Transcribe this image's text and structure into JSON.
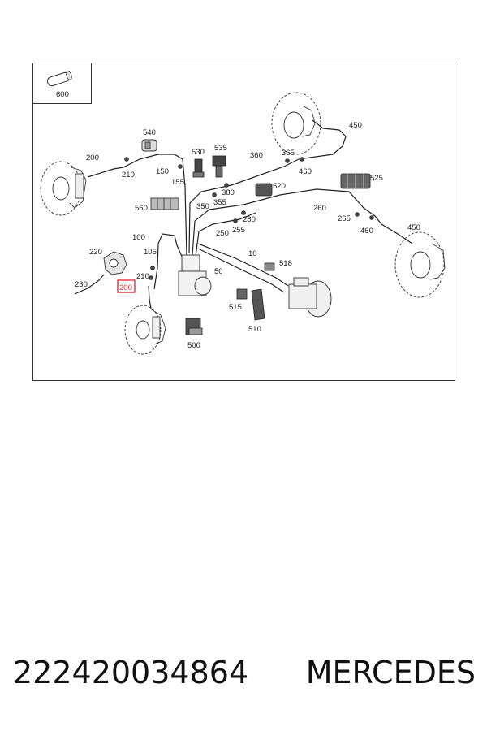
{
  "diagram": {
    "labels": {
      "l600": "600",
      "l540": "540",
      "l530": "530",
      "l535": "535",
      "l360": "360",
      "l365": "365",
      "l450a": "450",
      "l200a": "200",
      "l210a": "210",
      "l150": "150",
      "l155": "155",
      "l460a": "460",
      "l380": "380",
      "l520": "520",
      "l525": "525",
      "l560": "560",
      "l350": "350",
      "l355": "355",
      "l260": "260",
      "l265": "265",
      "l280": "280",
      "l250": "250",
      "l255": "255",
      "l460b": "460",
      "l450b": "450",
      "l100": "100",
      "l220": "220",
      "l105": "105",
      "l10": "10",
      "l50": "50",
      "l518": "518",
      "l210b": "210",
      "l230": "230",
      "l200b": "200",
      "l515": "515",
      "l510": "510",
      "l500": "500"
    },
    "highlight_color": "#e0303a"
  },
  "footer": {
    "part_number": "222420034864",
    "brand": "MERCEDES"
  }
}
